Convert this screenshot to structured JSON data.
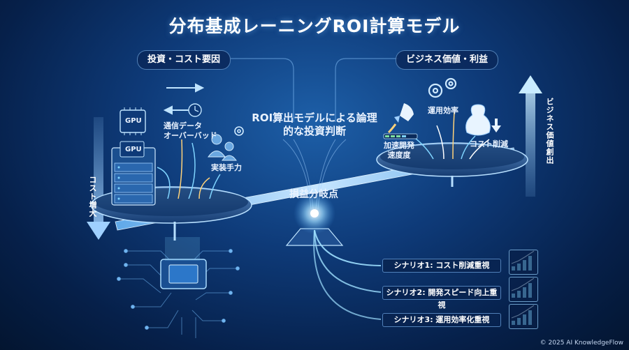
{
  "title": "分布基成レーニングROI計算モデル",
  "left_header": "投資・コスト要因",
  "right_header": "ビジネス価値・利益",
  "center_text": "ROI算出モデルによる論理的な投資判断",
  "pivot_label": "損益分岐点",
  "left_items": {
    "gpu_chip": "GPU",
    "gpu_rack": "GPU",
    "comm": "通信データ\nオーバーバッド",
    "impl": "実装手力"
  },
  "right_items": {
    "speed": "加速開発\n速度度",
    "efficiency": "運用効率",
    "cost_cut": "コスト削減"
  },
  "side_labels": {
    "cost_increase": "コスト増大",
    "value_creation": "ビジネス価値創出"
  },
  "scenarios": [
    "シナリオ1: コスト削減重視",
    "シナリオ2: 開発スピード向上重視",
    "シナリオ3: 運用効率化重視"
  ],
  "footer": "© 2025 AI KnowledgeFlow",
  "colors": {
    "accent": "#7fd4ff",
    "glow": "#ffd27a",
    "panel": "#0a285a"
  }
}
